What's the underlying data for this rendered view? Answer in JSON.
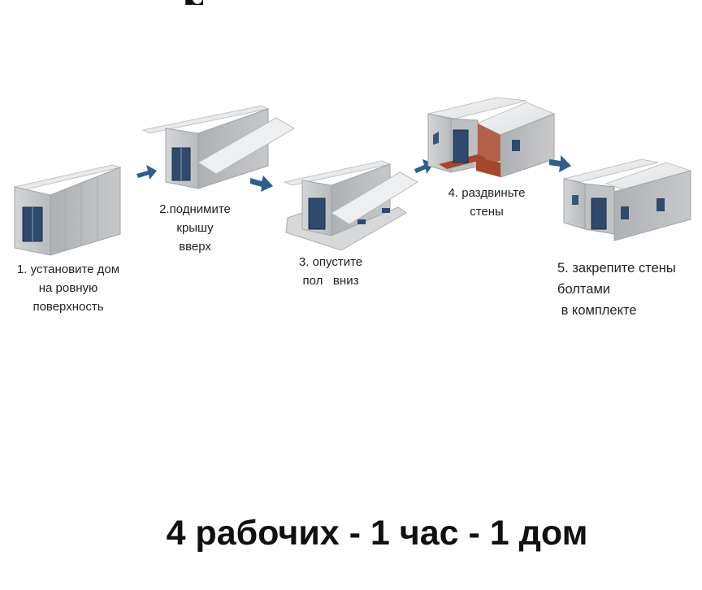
{
  "steps": [
    {
      "lines": [
        "1. установите дом",
        "на ровную",
        "поверхность"
      ]
    },
    {
      "lines": [
        "2.поднимите",
        "крышу",
        "вверх"
      ]
    },
    {
      "lines": [
        "3. опустите",
        "пол   вниз"
      ]
    },
    {
      "lines": [
        "4. раздвиньте",
        "стены"
      ]
    },
    {
      "lines": [
        "5. закрепите стены",
        "болтами",
        " в комплекте"
      ]
    }
  ],
  "footer": {
    "title": "4 рабочих - 1 час - 1 дом"
  },
  "colors": {
    "arrow": "#2b5f8e",
    "wall": "#c9cbcd",
    "roof": "#e9eaeb",
    "window": "#2e4a6c",
    "floor": "#a4472c"
  }
}
